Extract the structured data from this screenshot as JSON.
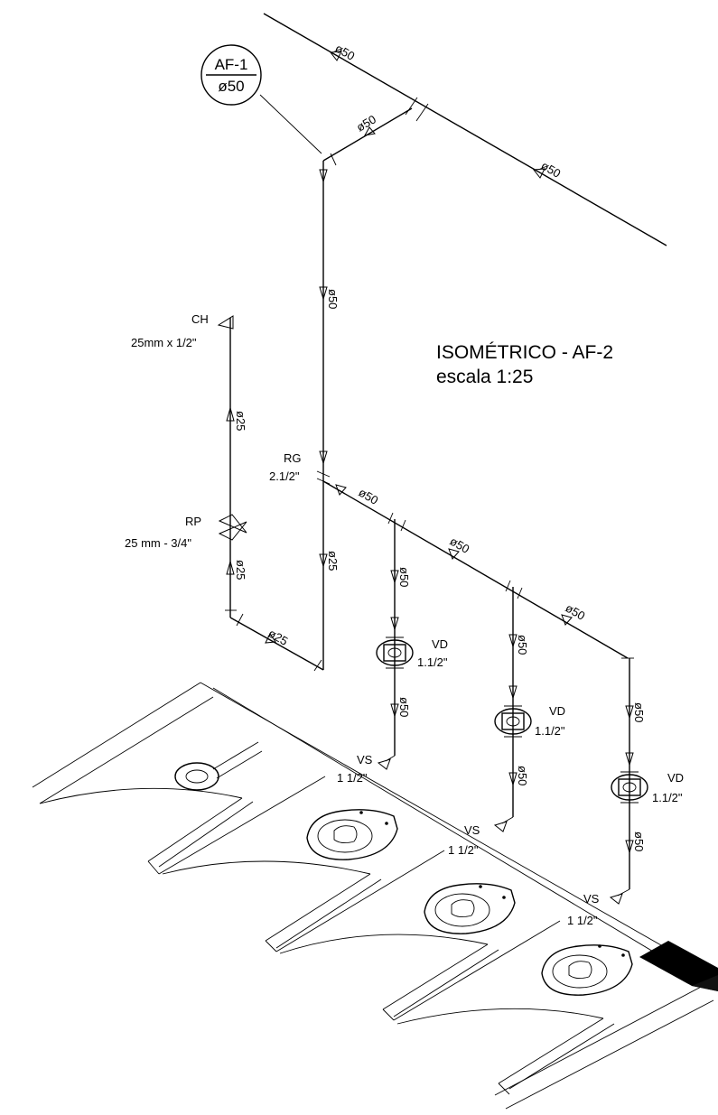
{
  "title": {
    "line1": "ISOMÉTRICO - AF-2",
    "line2": "escala 1:25"
  },
  "tag": {
    "top": "AF-1",
    "bottom": "ø50"
  },
  "pipe_diameters": {
    "d50": "ø50",
    "d25": "ø25"
  },
  "fittings": {
    "ch": {
      "code": "CH",
      "size": "25mm x 1/2\""
    },
    "rg": {
      "code": "RG",
      "size": "2.1/2\""
    },
    "rp": {
      "code": "RP",
      "size": "25 mm - 3/4\""
    },
    "vd1": {
      "code": "VD",
      "size": "1.1/2\""
    },
    "vd2": {
      "code": "VD",
      "size": "1.1/2\""
    },
    "vd3": {
      "code": "VD",
      "size": "1.1/2\""
    },
    "vs1": {
      "code": "VS",
      "size": "1 1/2\""
    },
    "vs2": {
      "code": "VS",
      "size": "1 1/2\""
    },
    "vs3": {
      "code": "VS",
      "size": "1 1/2\""
    }
  }
}
